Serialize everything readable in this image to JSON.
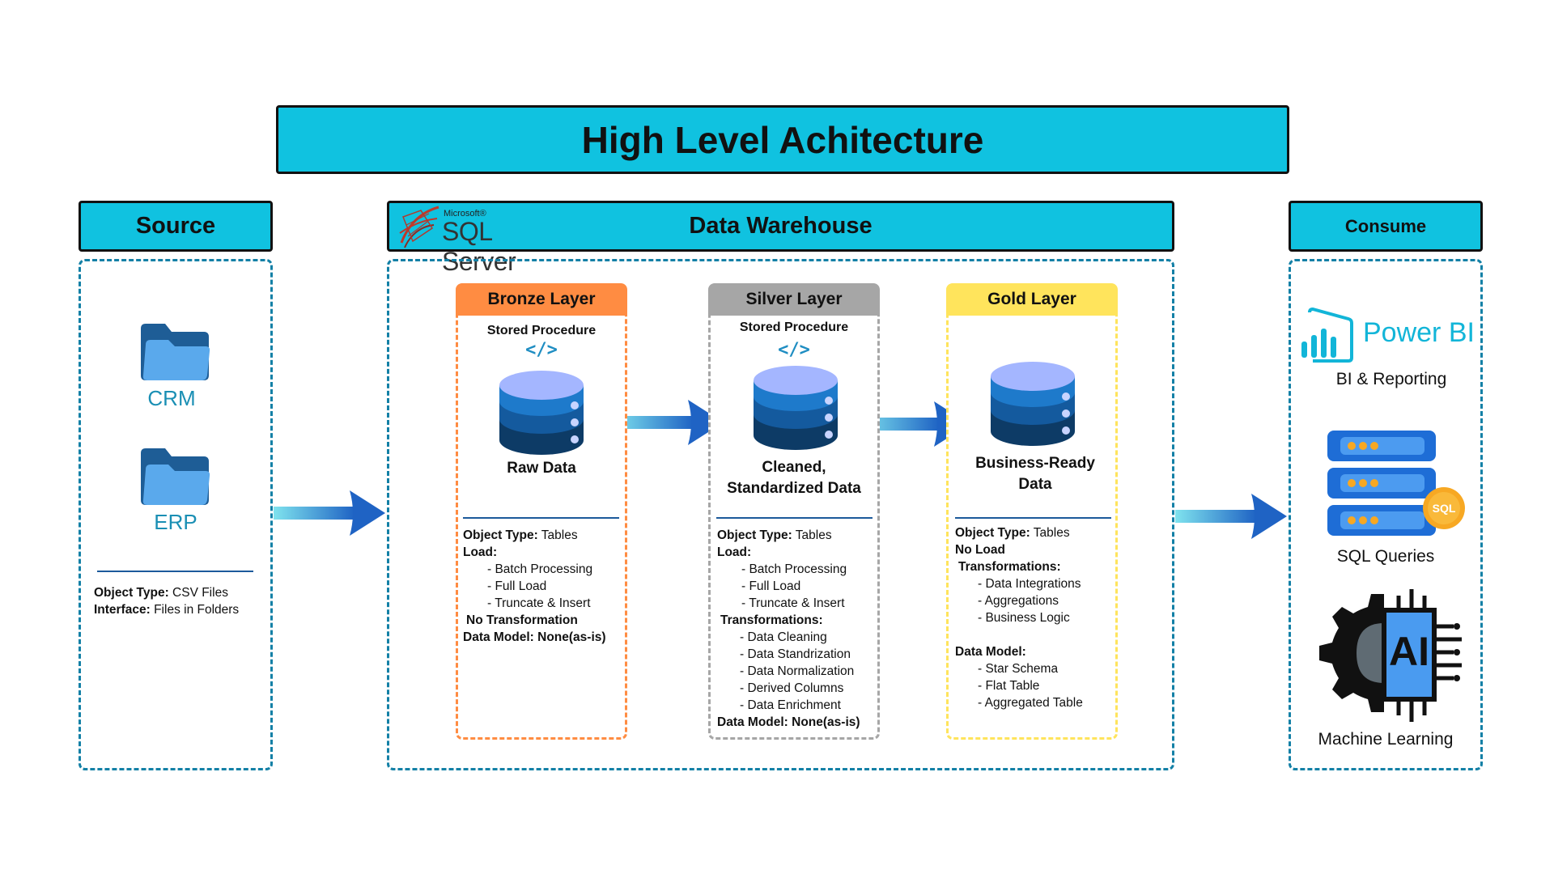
{
  "title": "High Level Achitecture",
  "sections": {
    "source": "Source",
    "warehouse": "Data Warehouse",
    "consume": "Consume"
  },
  "sql_server_logo": {
    "small": "Microsoft®",
    "main": "SQL Server"
  },
  "source": {
    "items": [
      "CRM",
      "ERP"
    ],
    "desc": {
      "object_type_label": "Object Type:",
      "object_type_value": " CSV Files",
      "interface_label": "Interface:",
      "interface_value": " Files in Folders"
    }
  },
  "bronze": {
    "title": "Bronze Layer",
    "procedure": "Stored Procedure",
    "code_glyph": "</>",
    "data_label": "Raw Data",
    "object_type_label": "Object Type:",
    "object_type_value": " Tables",
    "load_label": "Load:",
    "load_items": [
      "- Batch Processing",
      "- Full Load",
      "- Truncate & Insert"
    ],
    "transformation": "No Transformation",
    "data_model": "Data Model: None(as-is)"
  },
  "silver": {
    "title": "Silver Layer",
    "procedure": "Stored Procedure",
    "code_glyph": "</>",
    "data_label_1": "Cleaned,",
    "data_label_2": "Standardized Data",
    "object_type_label": "Object Type:",
    "object_type_value": " Tables",
    "load_label": "Load:",
    "load_items": [
      "- Batch Processing",
      "- Full Load",
      "- Truncate & Insert"
    ],
    "transformations_label": "Transformations:",
    "transformations": [
      "- Data Cleaning",
      "- Data Standrization",
      "- Data Normalization",
      "- Derived Columns",
      "- Data Enrichment"
    ],
    "data_model": "Data Model: None(as-is)"
  },
  "gold": {
    "title": "Gold Layer",
    "data_label_1": "Business-Ready",
    "data_label_2": "Data",
    "object_type_label": "Object Type:",
    "object_type_value": " Tables",
    "load_label": "No Load",
    "transformations_label": "Transformations:",
    "transformations": [
      "- Data Integrations",
      "- Aggregations",
      "- Business Logic"
    ],
    "data_model_label": "Data Model:",
    "data_models": [
      "- Star Schema",
      "- Flat Table",
      "- Aggregated Table"
    ]
  },
  "consume": {
    "powerbi_logo": "Power BI",
    "powerbi_label": "BI & Reporting",
    "sql_badge": "SQL",
    "sql_label": "SQL Queries",
    "ai_badge": "AI",
    "ml_label": "Machine Learning"
  },
  "colors": {
    "header_cyan": "#10C2E0",
    "dash_blue": "#1380A6",
    "bronze": "#FF8C42",
    "silver": "#A6A6A6",
    "gold": "#FFE45C",
    "arrow_blue": "#1F63C4"
  }
}
